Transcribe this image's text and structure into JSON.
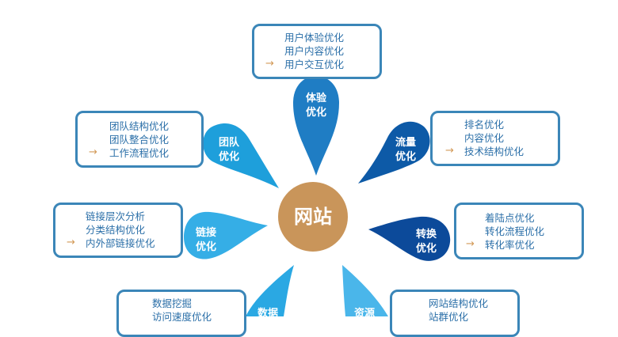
{
  "hub": {
    "label": "网站",
    "color": "#c9955a"
  },
  "branches": [
    {
      "id": "experience",
      "label_line1": "体验",
      "label_line2": "优化",
      "color": "#1f7dc4",
      "items": [
        "用户体验优化",
        "用户内容优化",
        "用户交互优化"
      ],
      "arrow_item_index": 2
    },
    {
      "id": "team",
      "label_line1": "团队",
      "label_line2": "优化",
      "color": "#1e9fdb",
      "items": [
        "团队结构优化",
        "团队整合优化",
        "工作流程优化"
      ],
      "arrow_item_index": 2
    },
    {
      "id": "traffic",
      "label_line1": "流量",
      "label_line2": "优化",
      "color": "#0d5aa7",
      "items": [
        "排名优化",
        "内容优化",
        "技术结构优化"
      ],
      "arrow_item_index": 2
    },
    {
      "id": "links",
      "label_line1": "链接",
      "label_line2": "优化",
      "color": "#35aee6",
      "items": [
        "链接层次分析",
        "分类结构优化",
        "内外部链接优化"
      ],
      "arrow_item_index": 2
    },
    {
      "id": "conversion",
      "label_line1": "转换",
      "label_line2": "优化",
      "color": "#0c4a9a",
      "items": [
        "着陆点优化",
        "转化流程优化",
        "转化率优化"
      ],
      "arrow_item_index": 2
    },
    {
      "id": "data",
      "label_line1": "数据",
      "label_line2": "",
      "color": "#2aa8e3",
      "items": [
        "数据挖掘",
        "访问速度优化"
      ],
      "arrow_item_index": null
    },
    {
      "id": "resources",
      "label_line1": "资源",
      "label_line2": "",
      "color": "#4ab6ea",
      "items": [
        "网站结构优化",
        "站群优化"
      ],
      "arrow_item_index": null
    }
  ],
  "arrow_glyph": "→",
  "colors": {
    "box_border": "#3b86b8",
    "item_text": "#2b6fa8",
    "arrow": "#d39a58"
  }
}
